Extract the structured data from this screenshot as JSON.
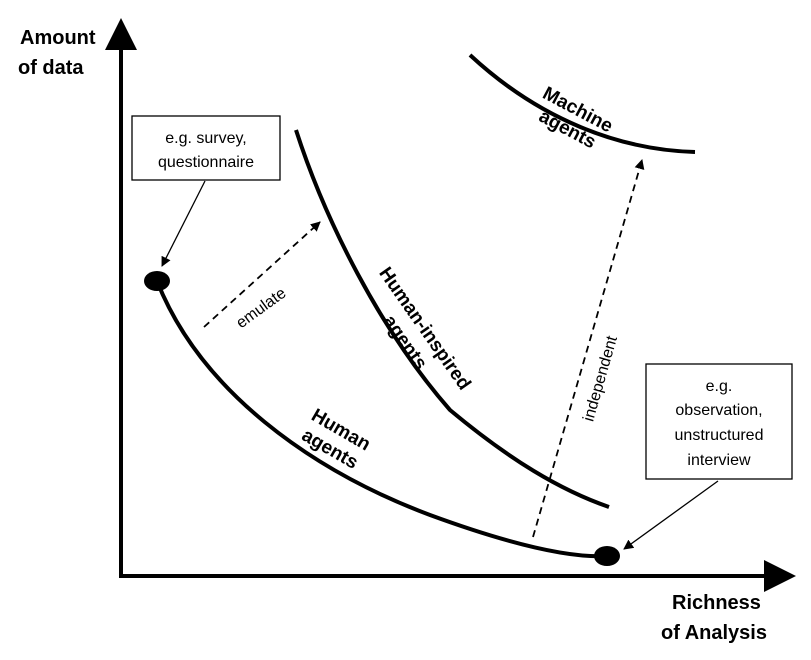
{
  "axes": {
    "y_label_line1": "Amount",
    "y_label_line2": "of data",
    "x_label_line1": "Richness",
    "x_label_line2": "of Analysis"
  },
  "curves": {
    "human_line1": "Human",
    "human_line2": "agents",
    "human_inspired_line1": "Human-inspired",
    "human_inspired_line2": "agents",
    "machine_line1": "Machine",
    "machine_line2": "agents"
  },
  "arrows": {
    "emulate": "emulate",
    "independent": "independent"
  },
  "callouts": {
    "survey_line1": "e.g. survey,",
    "survey_line2": "questionnaire",
    "observation_line1": "e.g.",
    "observation_line2": "observation,",
    "observation_line3": "unstructured",
    "observation_line4": "interview"
  },
  "colors": {
    "ink": "#000000",
    "background": "#ffffff"
  }
}
